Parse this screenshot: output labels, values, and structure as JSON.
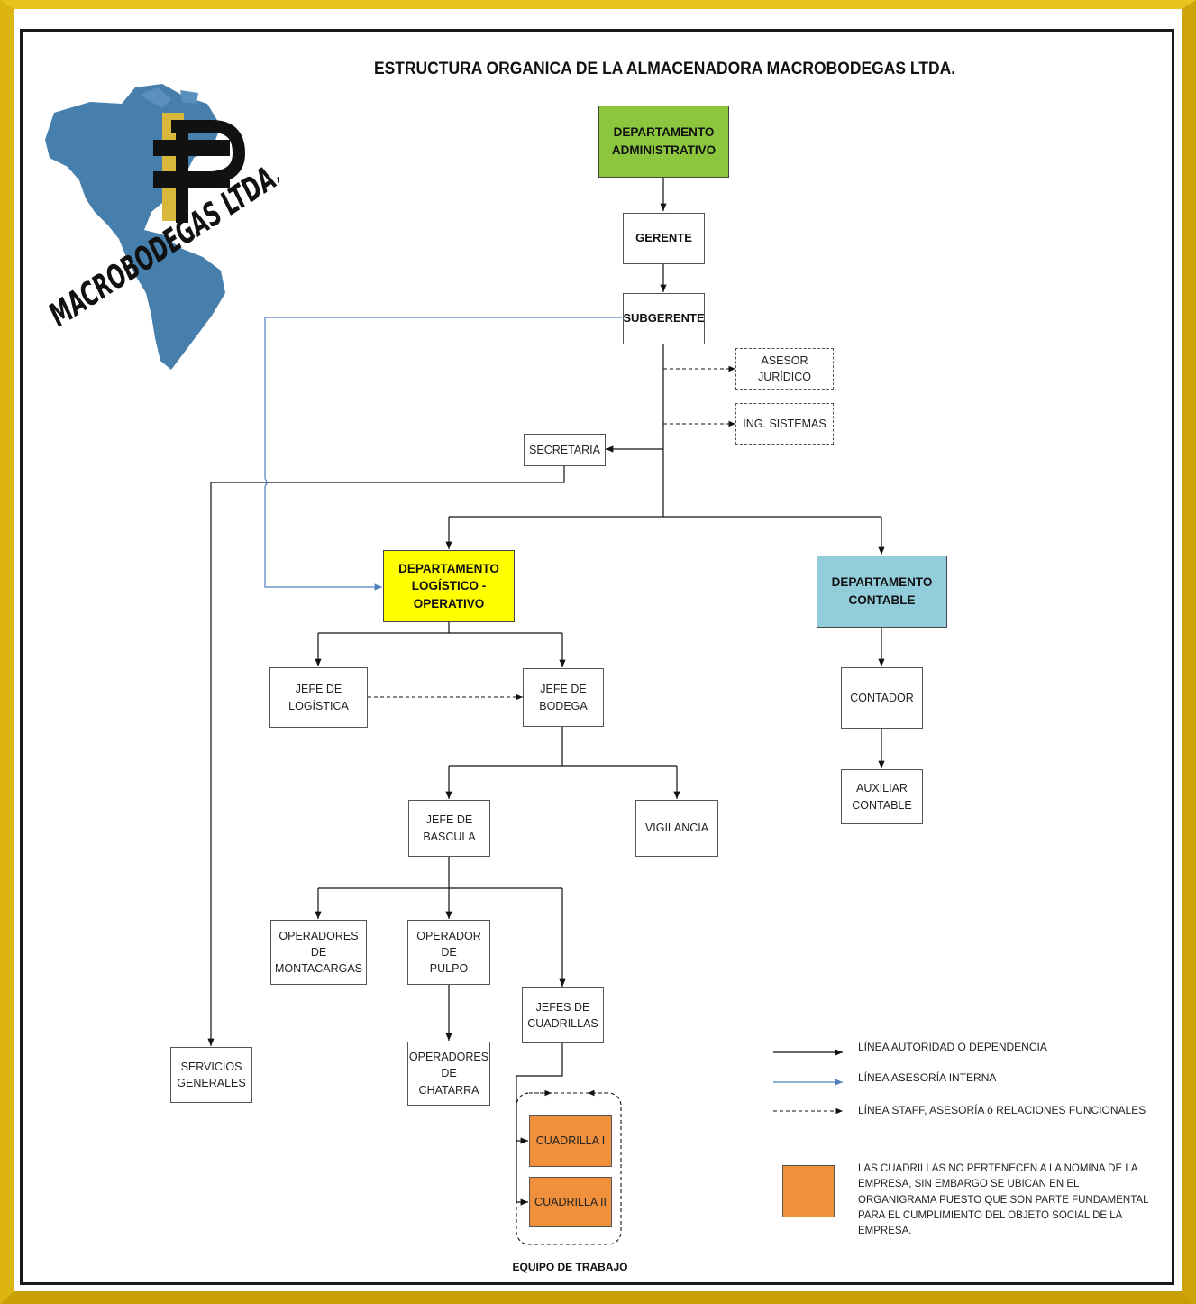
{
  "title": "ESTRUCTURA ORGANICA DE LA ALMACENADORA MACROBODEGAS LTDA.",
  "logo": {
    "text": "MACROBODEGAS LTDA.",
    "colors": {
      "map": "#3d78a8",
      "letters": "#111111",
      "emblem": "#d9b73a"
    }
  },
  "colors": {
    "admin_dept": "#8cc63f",
    "logistic_dept": "#ffff00",
    "accounting_dept": "#92cddc",
    "crew": "#f0903c",
    "advisory_line": "#4f81bd",
    "frame": "#e3bd16"
  },
  "nodes": {
    "admin": "DEPARTAMENTO\nADMINISTRATIVO",
    "gerente": "GERENTE",
    "subgerente": "SUBGERENTE",
    "asesor": "ASESOR JURÍDICO",
    "ing": "ING. SISTEMAS",
    "secretaria": "SECRETARIA",
    "logistico": "DEPARTAMENTO\nLOGÍSTICO - OPERATIVO",
    "contable_dept": "DEPARTAMENTO\nCONTABLE",
    "jefe_logistica": "JEFE DE LOGÍSTICA",
    "jefe_bodega": "JEFE DE BODEGA",
    "contador": "CONTADOR",
    "auxiliar": "AUXILIAR\nCONTABLE",
    "jefe_bascula": "JEFE DE BASCULA",
    "vigilancia": "VIGILANCIA",
    "montacargas": "OPERADORES DE\nMONTACARGAS",
    "pulpo": "OPERADOR DE\nPULPO",
    "cuadrillas": "JEFES DE\nCUADRILLAS",
    "servicios": "SERVICIOS\nGENERALES",
    "chatarra": "OPERADORES DE\nCHATARRA",
    "cuadrilla1": "CUADRILLA I",
    "cuadrilla2": "CUADRILLA II"
  },
  "team_caption": "EQUIPO DE TRABAJO",
  "legend": {
    "authority": "LÍNEA AUTORIDAD O DEPENDENCIA",
    "advisory": "LÍNEA ASESORÍA INTERNA",
    "staff": "LÍNEA STAFF, ASESORÍA ò RELACIONES FUNCIONALES",
    "note": "LAS CUADRILLAS NO PERTENECEN A LA NOMINA DE LA EMPRESA, SIN EMBARGO SE UBICAN EN EL ORGANIGRAMA PUESTO QUE SON PARTE FUNDAMENTAL PARA EL CUMPLIMIENTO DEL OBJETO SOCIAL DE LA EMPRESA."
  }
}
